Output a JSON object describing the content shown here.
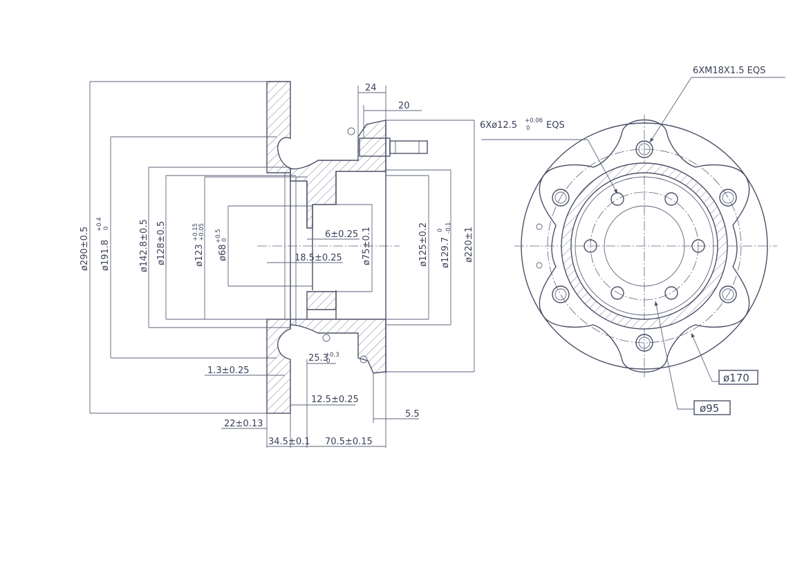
{
  "section_view": {
    "d_outer": "ø290±0.5",
    "d_191": "ø191.8",
    "d_191_tol_upper": "+0.4",
    "d_191_tol_lower": "0",
    "d_142": "ø142.8±0.5",
    "d_128": "ø128±0.5",
    "d_123": "ø123",
    "d_123_tol_upper": "+0.15",
    "d_123_tol_lower": "+0.05",
    "d_68": "ø68",
    "d_68_tol_upper": "+0.5",
    "d_68_tol_lower": "0",
    "d_75": "ø75±0.1",
    "d_125": "ø125±0.2",
    "d_129": "ø129.7",
    "d_129_tol_upper": "0",
    "d_129_tol_lower": "-0.1",
    "d_220": "ø220±1",
    "dim_24": "24",
    "dim_20": "20",
    "dim_6": "6±0.25",
    "dim_18_5": "18.5±0.25",
    "dim_25_3": "25.3",
    "dim_25_3_tol_upper": "+0.3",
    "dim_25_3_tol_lower": "0",
    "dim_1_3": "1.3±0.25",
    "dim_12_5": "12.5±0.25",
    "dim_5_5": "5.5",
    "dim_22": "22±0.13",
    "dim_34_5": "34.5±0.1",
    "dim_70_5": "70.5±0.15"
  },
  "front_view": {
    "hole_spec_prefix": "6Xø12.5",
    "hole_spec_tol_upper": "+0.06",
    "hole_spec_tol_lower": "0",
    "hole_spec_suffix": "EQS",
    "thread_spec": "6XM18X1.5 EQS",
    "box_170": "ø170",
    "box_95": "ø95"
  }
}
